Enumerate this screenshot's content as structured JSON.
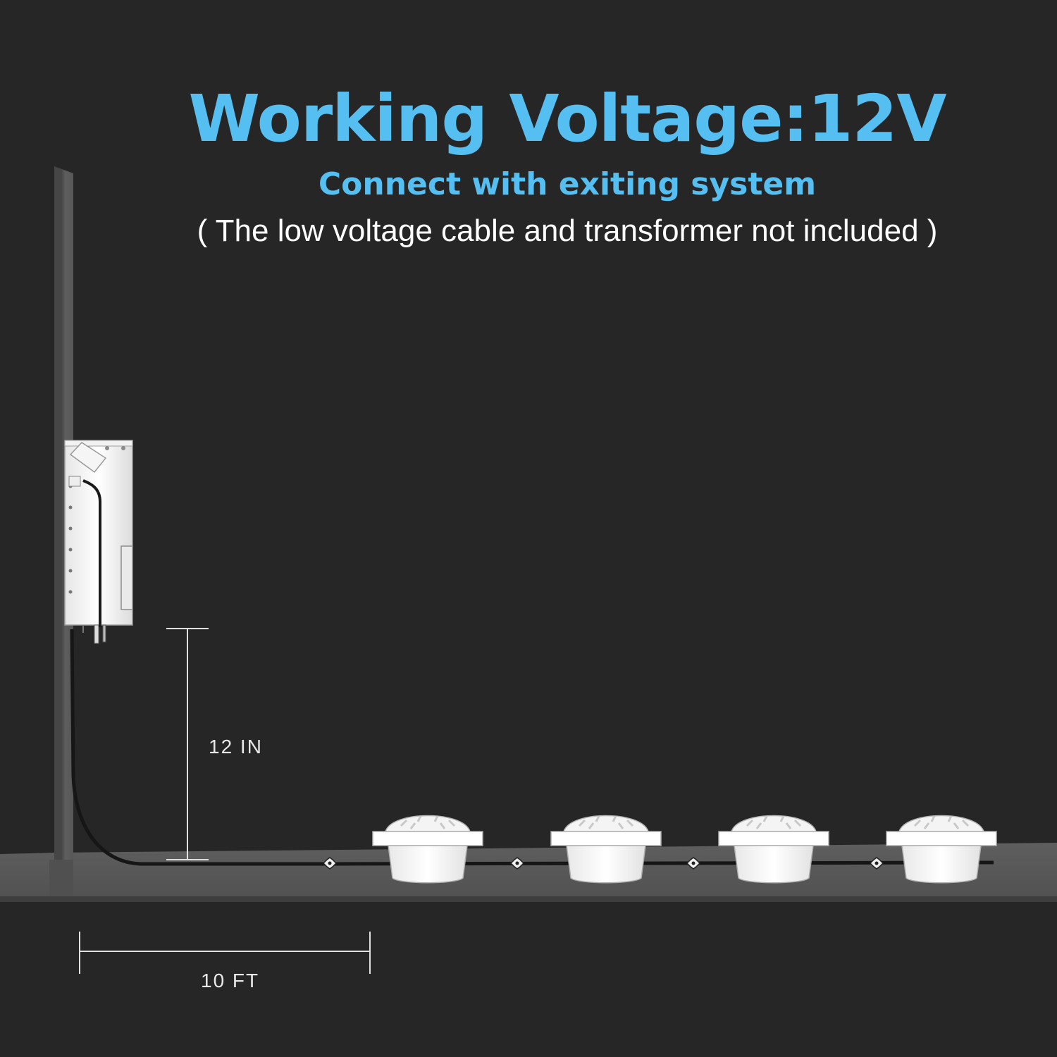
{
  "header": {
    "title": "Working Voltage:12V",
    "subtitle": "Connect with exiting system",
    "note": "( The low voltage cable and transformer not included )"
  },
  "dimensions": {
    "height_label": "12 IN",
    "length_label": "10 FT"
  },
  "colors": {
    "accent": "#55bff2",
    "background": "#262626",
    "ground": "#5a5a5a",
    "wall": "#5c5c5c",
    "light_body": "#ffffff",
    "cable": "#1a1a1a"
  },
  "icons": {
    "transformer": "transformer-box-icon",
    "light": "pathway-light-icon",
    "connector": "cable-connector-icon"
  }
}
